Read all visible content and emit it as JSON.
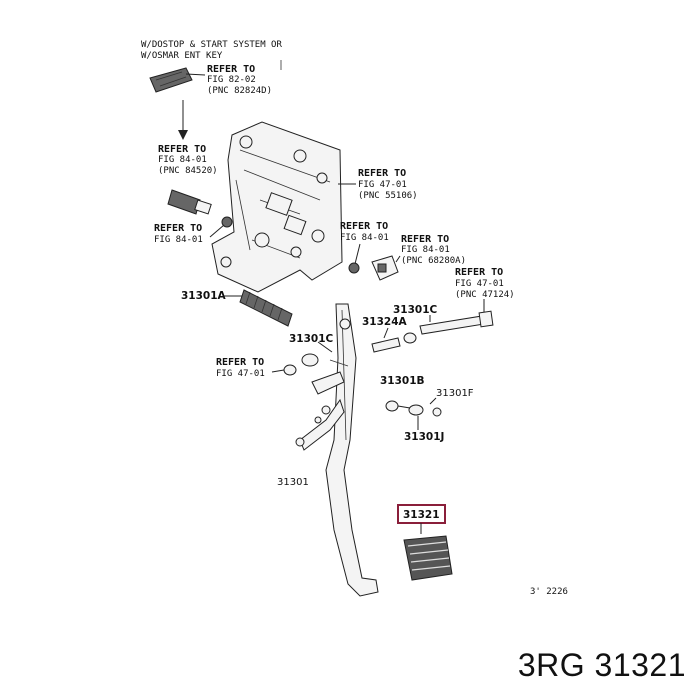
{
  "header_note": {
    "line1": "W/DOSTOP & START SYSTEM OR",
    "line2": "W/OSMAR ENT KEY"
  },
  "refs": {
    "r1": {
      "l1": "REFER TO",
      "l2": "FIG 82-02",
      "l3": "(PNC 82824D)"
    },
    "r2": {
      "l1": "REFER TO",
      "l2": "FIG 84-01",
      "l3": "(PNC 84520)"
    },
    "r3": {
      "l1": "REFER TO",
      "l2": "FIG 47-01",
      "l3": "(PNC 55106)"
    },
    "r4": {
      "l1": "REFER TO",
      "l2": "FIG 84-01"
    },
    "r5": {
      "l1": "REFER TO",
      "l2": "FIG 84-01"
    },
    "r6": {
      "l1": "REFER TO",
      "l2": "FIG 84-01",
      "l3": "(PNC 68280A)"
    },
    "r7": {
      "l1": "REFER TO",
      "l2": "FIG 47-01",
      "l3": "(PNC 47124)"
    },
    "r8": {
      "l1": "REFER TO",
      "l2": "FIG 47-01"
    }
  },
  "parts": {
    "p31301A": "31301A",
    "p31301C_right": "31301C",
    "p31324A": "31324A",
    "p31301C_left": "31301C",
    "p31301B": "31301B",
    "p31301F": "31301F",
    "p31301J": "31301J",
    "p31301": "31301",
    "p31321": "31321"
  },
  "figure_code": "3' 2226",
  "caption": "3RG 31321",
  "colors": {
    "highlight": "#8a1f3a"
  }
}
